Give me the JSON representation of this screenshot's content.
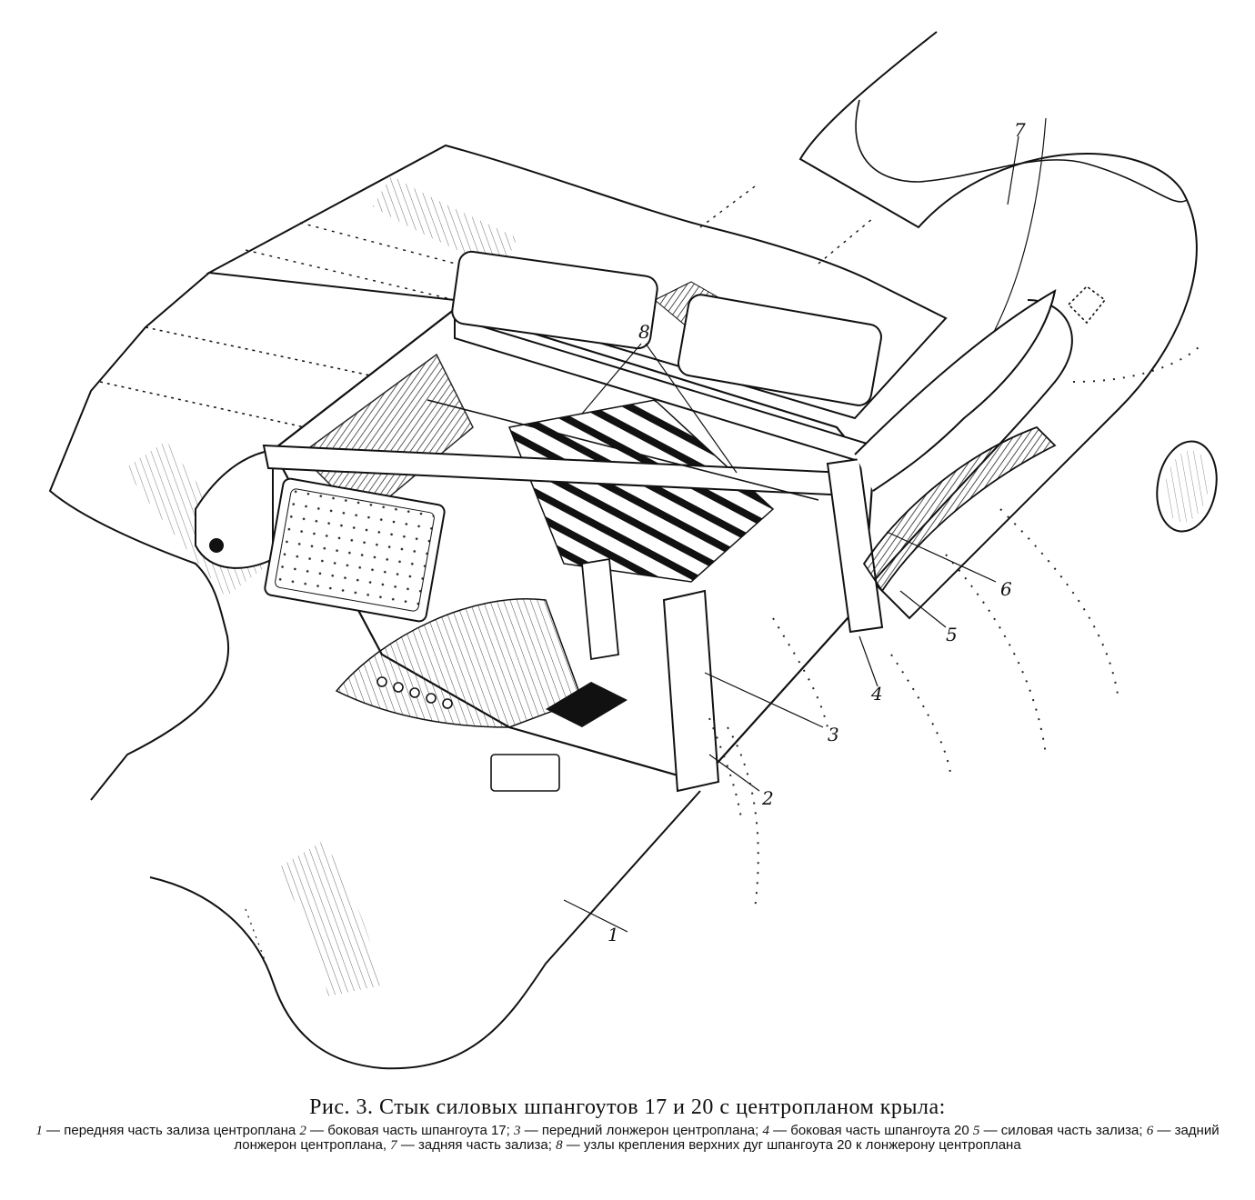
{
  "figure": {
    "callouts": [
      "1",
      "2",
      "3",
      "4",
      "5",
      "6",
      "7",
      "8"
    ]
  },
  "caption": {
    "title": "Рис. 3. Стык силовых шпангоутов 17 и 20 с центропланом крыла:",
    "legend": [
      {
        "num": "1",
        "text": " — передняя часть зализа центроплана "
      },
      {
        "num": "2",
        "text": " — боковая часть шпангоута 17; "
      },
      {
        "num": "3",
        "text": " — передний лонжерон центроплана; "
      },
      {
        "num": "4",
        "text": " — боковая часть шпангоута 20 "
      },
      {
        "num": "5",
        "text": " — силовая часть зализа; "
      },
      {
        "num": "6",
        "text": " — задний лонжерон центроплана, "
      },
      {
        "num": "7",
        "text": " — задняя часть зализа; "
      },
      {
        "num": "8",
        "text": " — узлы крепления верхних дуг шпангоута 20 к лонжерону центроплана"
      }
    ]
  }
}
